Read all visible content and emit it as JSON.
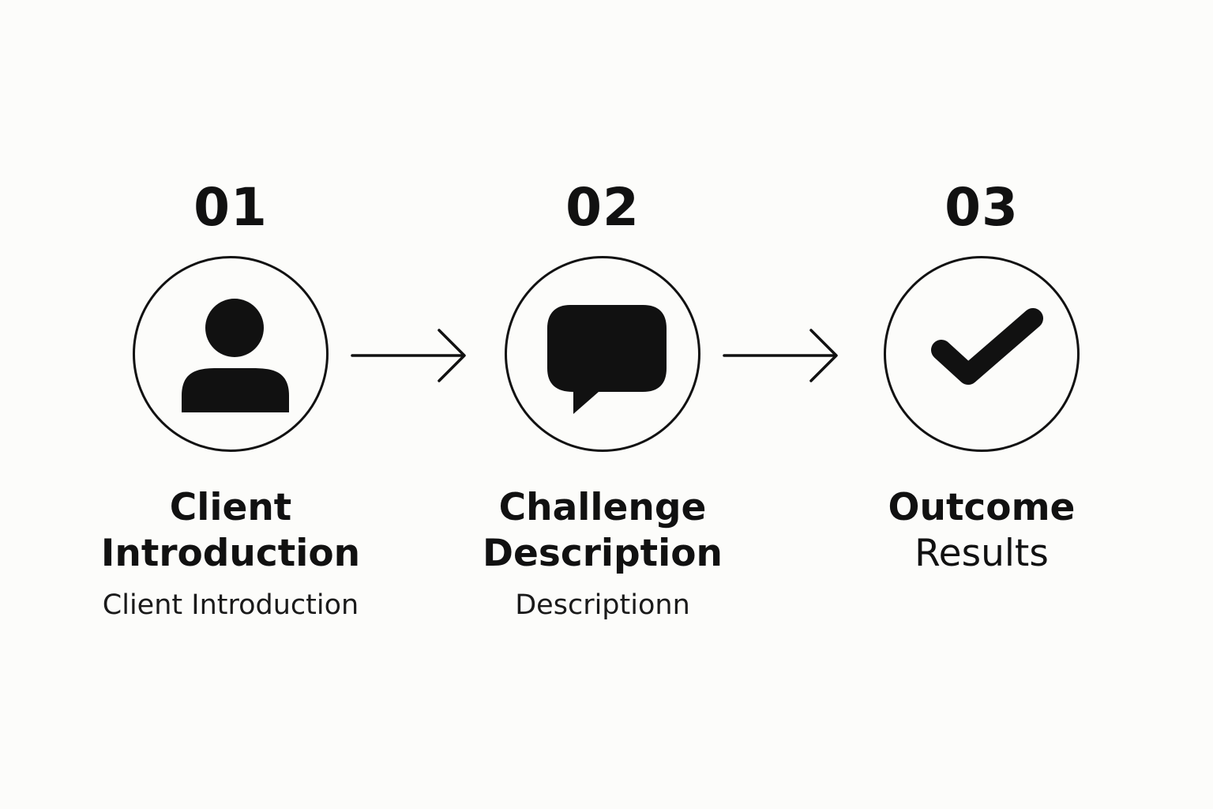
{
  "steps": [
    {
      "number": "01",
      "icon": "person-icon",
      "title": "Client\nIntroduction",
      "subtitle": "",
      "caption": "Client Introduction"
    },
    {
      "number": "02",
      "icon": "speech-bubble-icon",
      "title": "Challenge\nDescription",
      "subtitle": "",
      "caption": "Descriptionn"
    },
    {
      "number": "03",
      "icon": "checkmark-icon",
      "title": "Outcome",
      "subtitle": "Results",
      "caption": ""
    }
  ],
  "colors": {
    "background": "#fcfcfa",
    "ink": "#111111"
  }
}
